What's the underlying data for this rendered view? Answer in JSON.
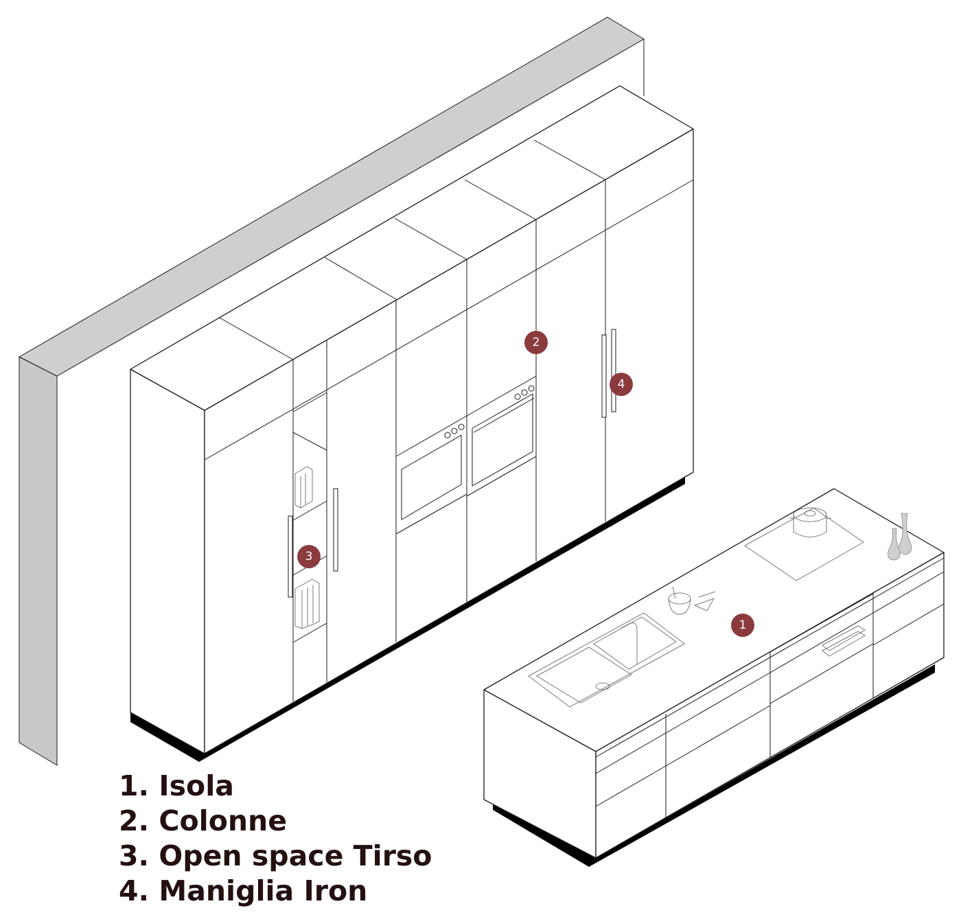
{
  "markers": [
    "1",
    "2",
    "3",
    "4"
  ],
  "legend": [
    {
      "number": "1.",
      "label": "Isola"
    },
    {
      "number": "2.",
      "label": "Colonne"
    },
    {
      "number": "3.",
      "label": "Open space Tirso"
    },
    {
      "number": "4.",
      "label": "Maniglia Iron"
    }
  ],
  "colors": {
    "marker": "#8b3a3e",
    "legend_text": "#241010",
    "wall": "#d3d3d3",
    "outline": "#1a1a1a",
    "plinth": "#000000"
  }
}
